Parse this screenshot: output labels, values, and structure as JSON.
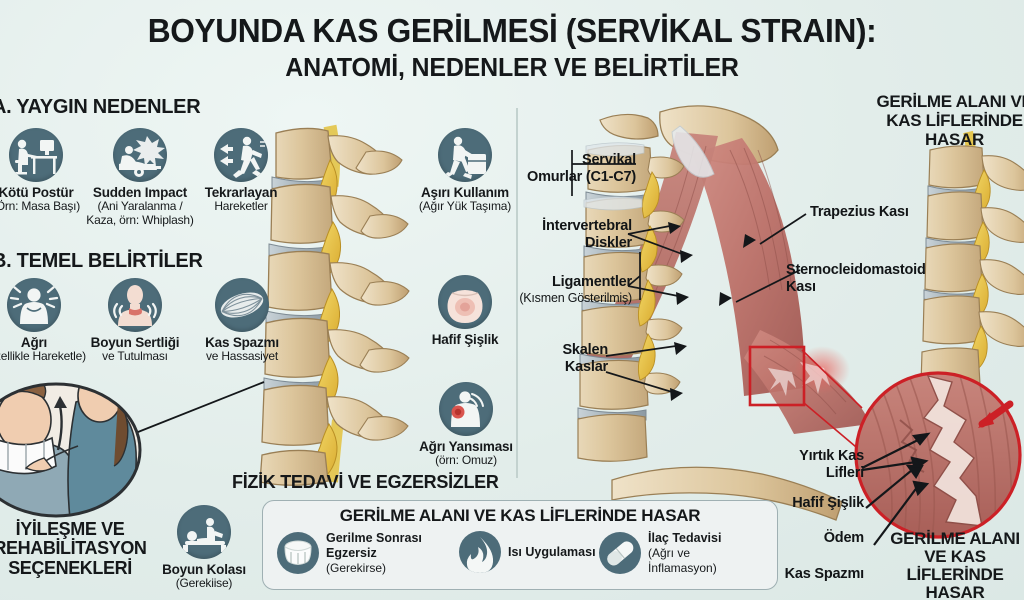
{
  "title": {
    "line1": "BOYUNDA KAS GERİLMESİ (SERVİKAL STRAIN):",
    "line2": "ANATOMİ, NEDENLER VE BELİRTİLER"
  },
  "sections": {
    "causes_heading": "A. YAYGIN NEDENLER",
    "symptoms_heading": "B. TEMEL BELİRTİLER",
    "physio_heading": "FİZİK TEDAVİ VE EGZERSİZLER",
    "right_panel_heading_line1": "GERİLME ALANI VE",
    "right_panel_heading_line2": "KAS LİFLERİNDE HASAR"
  },
  "causes": [
    {
      "label": "Kötü Postür",
      "sub": "(Örn: Masa Başı)",
      "icon": "desk-posture-icon"
    },
    {
      "label": "Sudden Impact",
      "sub": "(Ani Yaralanma /",
      "sub2": "Kaza, örn: Whiplash)",
      "icon": "car-crash-icon"
    },
    {
      "label": "Tekrarlayan",
      "sub": "Hareketler",
      "icon": "repetitive-motion-icon"
    },
    {
      "label": "Aşırı Kullanım",
      "sub": "(Ağır Yük Taşıma)",
      "icon": "heavy-lifting-icon"
    }
  ],
  "symptoms": [
    {
      "label": "Ağrı",
      "sub": "(Özellikle Hareketle)",
      "icon": "pain-person-icon"
    },
    {
      "label": "Boyun Sertliği",
      "sub": "ve Tutulması",
      "icon": "stiff-neck-icon"
    },
    {
      "label": "Kas Spazmı",
      "sub": "ve Hassasiyet",
      "icon": "muscle-spasm-icon"
    },
    {
      "label": "Hafif Şişlik",
      "sub": "",
      "icon": "swelling-icon"
    },
    {
      "label": "Ağrı Yansıması",
      "sub": "(örn: Omuz)",
      "icon": "referred-pain-icon"
    }
  ],
  "anatomy_labels_left": [
    {
      "line1": "Servikal",
      "line2": "Omurlar (C1-C7)"
    },
    {
      "line1": "İntervertebral",
      "line2": "Diskler"
    },
    {
      "line1": "Ligamentler",
      "line2": "(Kısmen Gösterilmiş)"
    },
    {
      "line1": "Skalen",
      "line2": "Kaslar"
    }
  ],
  "anatomy_labels_right": [
    {
      "line1": "Trapezius Kası",
      "line2": ""
    },
    {
      "line1": "Sternocleidomastoid",
      "line2": "Kası"
    }
  ],
  "damage_labels": [
    {
      "line1": "Yırtık Kas",
      "line2": "Lifleri"
    },
    {
      "line1": "Hafif Şişlik",
      "line2": ""
    },
    {
      "line1": "Ödem",
      "line2": ""
    },
    {
      "line1": "Kas Spazmı",
      "line2": ""
    }
  ],
  "damage_panel_caption": {
    "line1": "GERİLME ALANI",
    "line2": "VE KAS",
    "line3": "LİFLERİNDE HASAR"
  },
  "rehab": {
    "caption_line1": "İYİLEŞME VE",
    "caption_line2": "REHABİLİTASYON",
    "caption_line3": "SEÇENEKLERİ",
    "collar": {
      "label": "Boyun Kolası",
      "sub": "(Gerekiise)",
      "icon": "physiotherapy-icon"
    }
  },
  "treatment_box": {
    "heading": "GERİLME ALANI VE KAS LİFLERİNDE HASAR",
    "items": [
      {
        "label": "Gerilme Sonrası",
        "sub": "Egzersiz",
        "sub2": "(Gerekirse)",
        "icon": "neck-collar-icon"
      },
      {
        "label": "Isı Uygulaması",
        "sub": "",
        "sub2": "",
        "icon": "flame-icon"
      },
      {
        "label": "İlaç Tedavisi",
        "sub": "(Ağrı ve",
        "sub2": "İnflamasyon)",
        "icon": "pill-icon"
      }
    ]
  },
  "colors": {
    "background": "#e4efec",
    "icon_circle": "#4d6c79",
    "text": "#15181a",
    "bone": "#d9c39c",
    "disc": "#aab6bd",
    "nerve": "#e8c547",
    "muscle": "#c0736a",
    "accent_red": "#cc2026",
    "panel_fill": "#eef2f2",
    "panel_border": "#9fb0b3"
  }
}
